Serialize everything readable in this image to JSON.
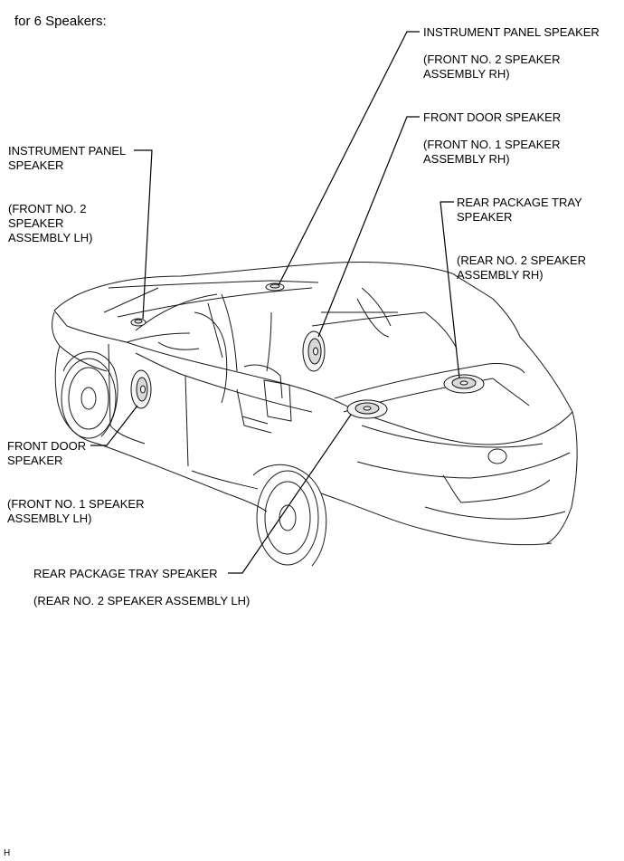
{
  "title": "for 6 Speakers:",
  "labels": {
    "ip_rh": {
      "name": "INSTRUMENT PANEL SPEAKER",
      "part_l1": "(FRONT NO. 2 SPEAKER",
      "part_l2": "ASSEMBLY RH)"
    },
    "fd_rh": {
      "name": "FRONT DOOR SPEAKER",
      "part_l1": "(FRONT NO. 1 SPEAKER",
      "part_l2": "ASSEMBLY RH)"
    },
    "ip_lh": {
      "name_l1": "INSTRUMENT PANEL",
      "name_l2": "SPEAKER",
      "part_l1": "(FRONT NO. 2",
      "part_l2": "SPEAKER",
      "part_l3": "ASSEMBLY LH)"
    },
    "rpt_rh": {
      "name_l1": "REAR PACKAGE TRAY",
      "name_l2": "SPEAKER",
      "part_l1": "(REAR NO. 2 SPEAKER",
      "part_l2": "ASSEMBLY RH)"
    },
    "fd_lh": {
      "name_l1": "FRONT DOOR",
      "name_l2": "SPEAKER",
      "part_l1": "(FRONT NO. 1 SPEAKER",
      "part_l2": "ASSEMBLY LH)"
    },
    "rpt_lh": {
      "name": "REAR PACKAGE TRAY SPEAKER",
      "part": "(REAR NO. 2 SPEAKER ASSEMBLY LH)"
    }
  },
  "footer": "H"
}
